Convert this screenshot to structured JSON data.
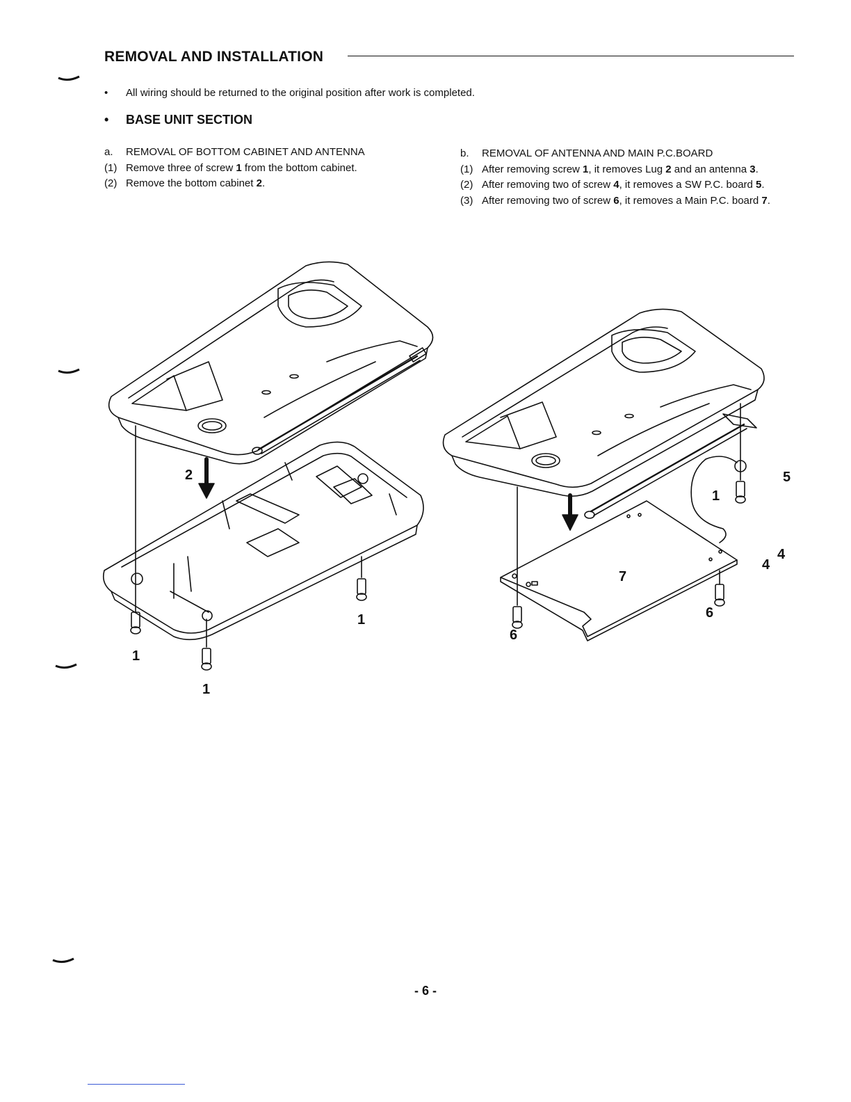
{
  "header": {
    "title": "REMOVAL AND INSTALLATION"
  },
  "notes": {
    "bullet": "•",
    "wiring": "All wiring should be returned to the original position after work is completed.",
    "section": "BASE UNIT SECTION"
  },
  "procedure_a": {
    "label": "a.",
    "title": "REMOVAL OF BOTTOM CABINET AND ANTENNA",
    "steps": [
      {
        "num": "(1)",
        "pre": "Remove three of screw ",
        "ref": "1",
        "post": " from the bottom cabinet."
      },
      {
        "num": "(2)",
        "pre": "Remove the bottom cabinet ",
        "ref": "2",
        "post": "."
      }
    ]
  },
  "procedure_b": {
    "label": "b.",
    "title": "REMOVAL OF ANTENNA AND MAIN P.C.BOARD",
    "steps": [
      {
        "num": "(1)",
        "a": "After removing screw ",
        "r1": "1",
        "b": ", it removes Lug ",
        "r2": "2",
        "c": " and an antenna ",
        "r3": "3",
        "d": "."
      },
      {
        "num": "(2)",
        "a": "After removing two of screw ",
        "r1": "4",
        "b": ", it removes a SW P.C. board ",
        "r2": "5",
        "c": ".",
        "r3": "",
        "d": ""
      },
      {
        "num": "(3)",
        "a": "After removing two of screw ",
        "r1": "6",
        "b": ", it removes a Main P.C. board ",
        "r2": "7",
        "c": ".",
        "r3": "",
        "d": ""
      }
    ]
  },
  "figure_a": {
    "callouts": [
      "2",
      "1",
      "1",
      "1"
    ]
  },
  "figure_b": {
    "callouts": [
      "5",
      "1",
      "4",
      "4",
      "7",
      "6",
      "6"
    ]
  },
  "footer": {
    "page_number": "- 6 -"
  }
}
